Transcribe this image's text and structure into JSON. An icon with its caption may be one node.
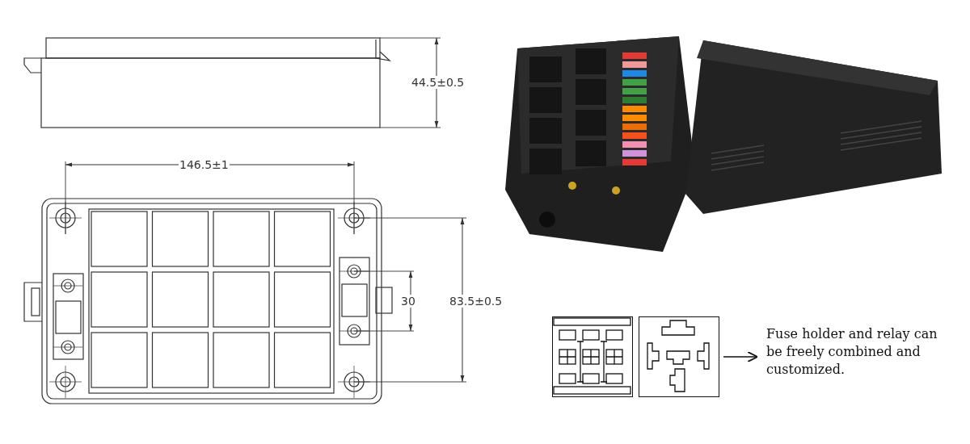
{
  "diagram": {
    "nodes": [
      {
        "text": [],
        "shape": "picture"
      },
      {
        "text": [],
        "shape": "picture"
      },
      {
        "text": [
          "Fuse holder and relay can be freely combined and customized."
        ]
      }
    ],
    "edges": [
      {
        "from": 1,
        "to": 2,
        "arrow": "to"
      }
    ],
    "labels": [
      "44.5±0.5",
      "146.5±1",
      "30",
      "83.5±0.5"
    ]
  }
}
